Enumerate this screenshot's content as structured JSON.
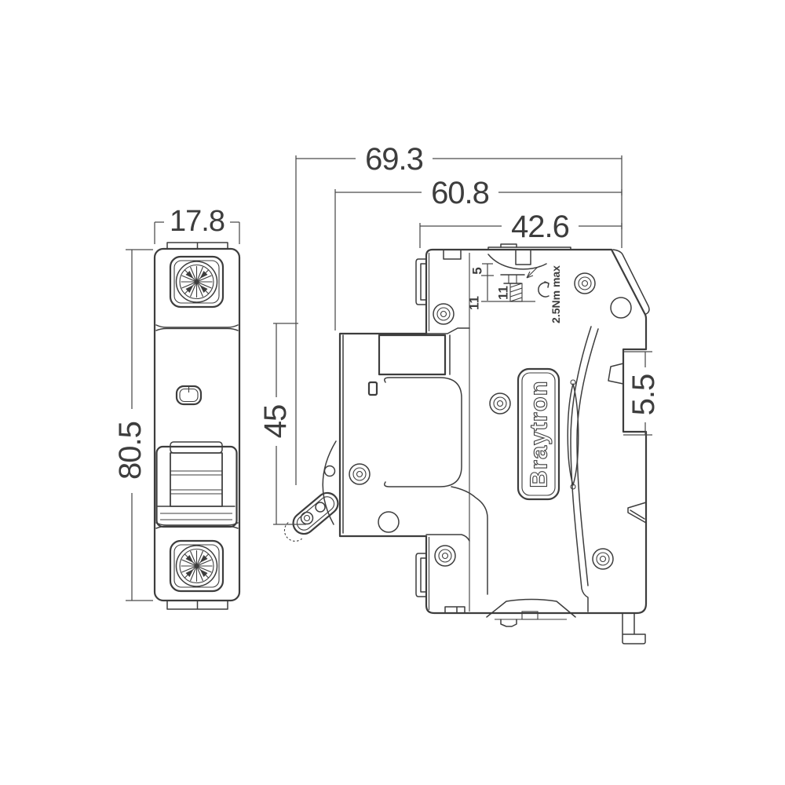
{
  "drawing": {
    "brand": "Braytron",
    "dims": {
      "total_width": "69.3",
      "body_width": "60.8",
      "depth": "42.6",
      "module_width": "17.8",
      "height": "80.5",
      "din_height": "45",
      "rail_depth": "5.5",
      "strip_mark_a": "5",
      "strip_mark_b": "11",
      "screw_depth": "11",
      "torque": "2.5Nm max"
    },
    "colors": {
      "line": "#3d3d3d",
      "dim": "#4a4a4a",
      "background": "#ffffff"
    }
  }
}
